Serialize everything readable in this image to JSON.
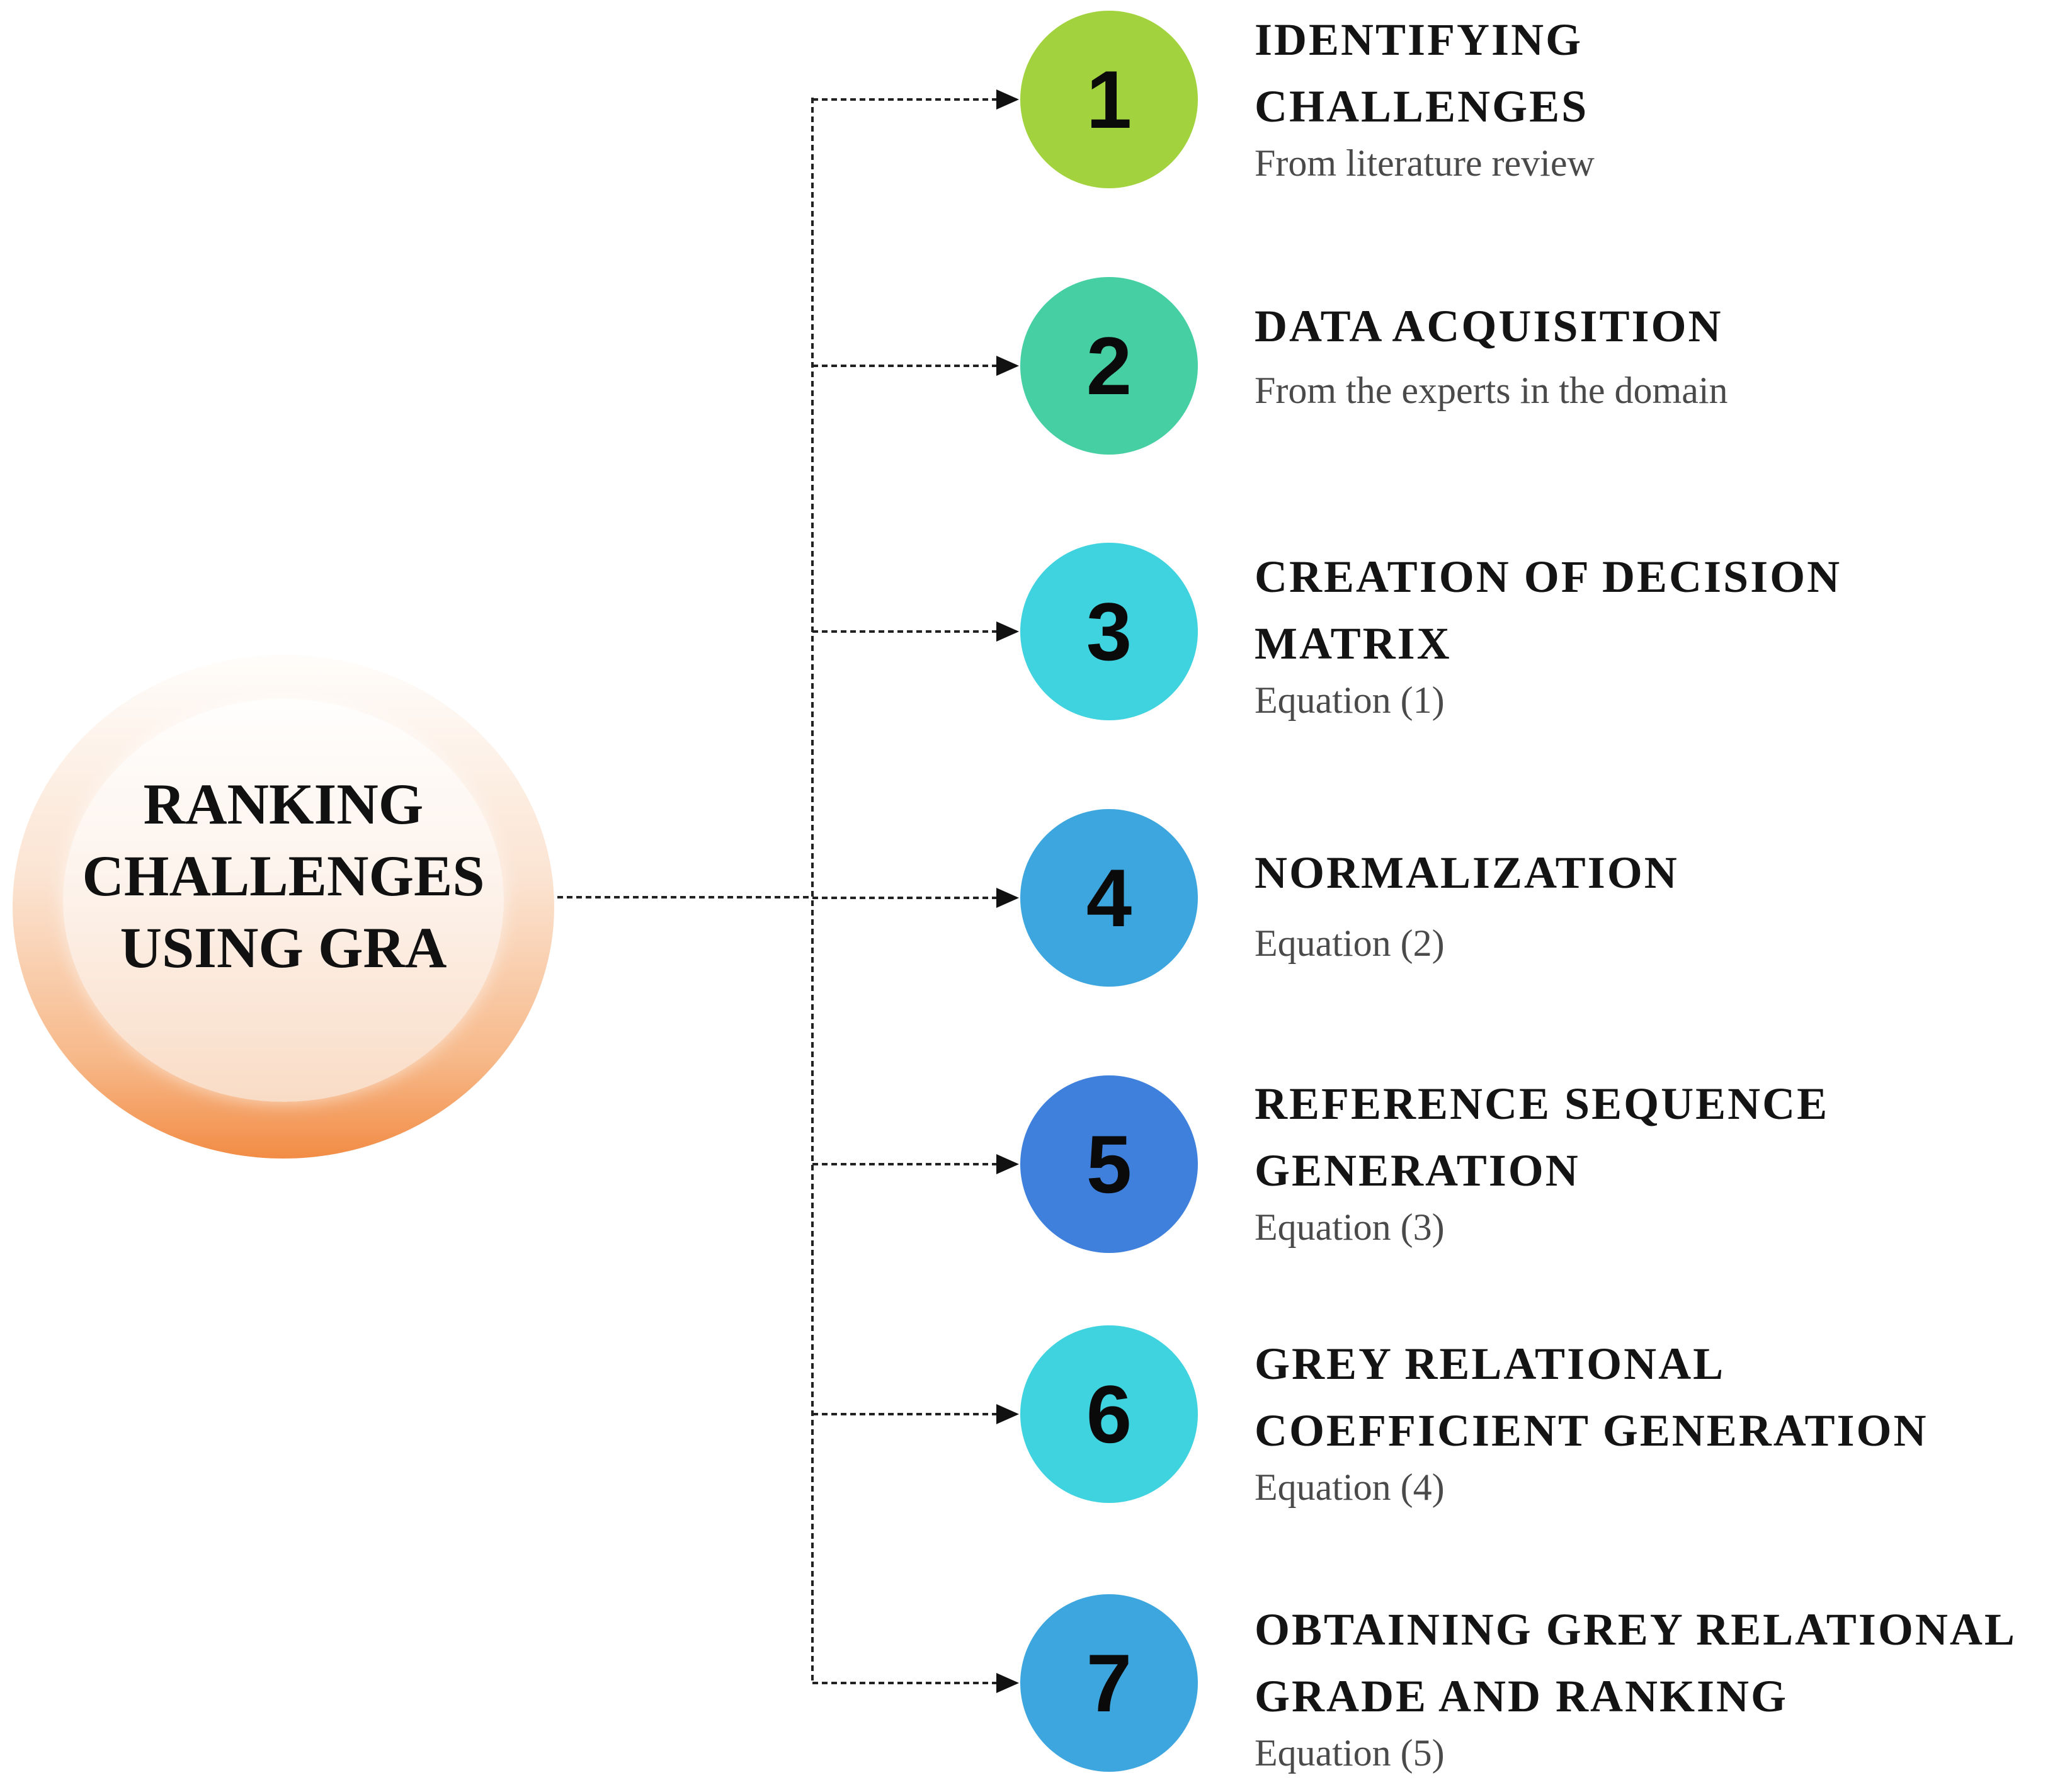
{
  "root": {
    "lines": [
      "RANKING",
      "CHALLENGES",
      "USING GRA"
    ]
  },
  "steps": [
    {
      "number": "1",
      "title_lines": [
        "IDENTIFYING",
        "CHALLENGES"
      ],
      "subtitle": "From literature review",
      "color": "#a2d33e"
    },
    {
      "number": "2",
      "title_lines": [
        "DATA ACQUISITION"
      ],
      "subtitle": "From the experts in the domain",
      "color": "#45cfa3"
    },
    {
      "number": "3",
      "title_lines": [
        "CREATION OF DECISION",
        "MATRIX"
      ],
      "subtitle": "Equation (1)",
      "color": "#3fd2df"
    },
    {
      "number": "4",
      "title_lines": [
        "NORMALIZATION"
      ],
      "subtitle": "Equation (2)",
      "color": "#3ea6df"
    },
    {
      "number": "5",
      "title_lines": [
        "REFERENCE SEQUENCE",
        "GENERATION"
      ],
      "subtitle": "Equation (3)",
      "color": "#3f80dc"
    },
    {
      "number": "6",
      "title_lines": [
        "GREY RELATIONAL",
        "COEFFICIENT GENERATION"
      ],
      "subtitle": "Equation (4)",
      "color": "#3fd2df"
    },
    {
      "number": "7",
      "title_lines": [
        "OBTAINING GREY RELATIONAL",
        "GRADE AND RANKING"
      ],
      "subtitle": "Equation (5)",
      "color": "#3ea6df"
    }
  ]
}
